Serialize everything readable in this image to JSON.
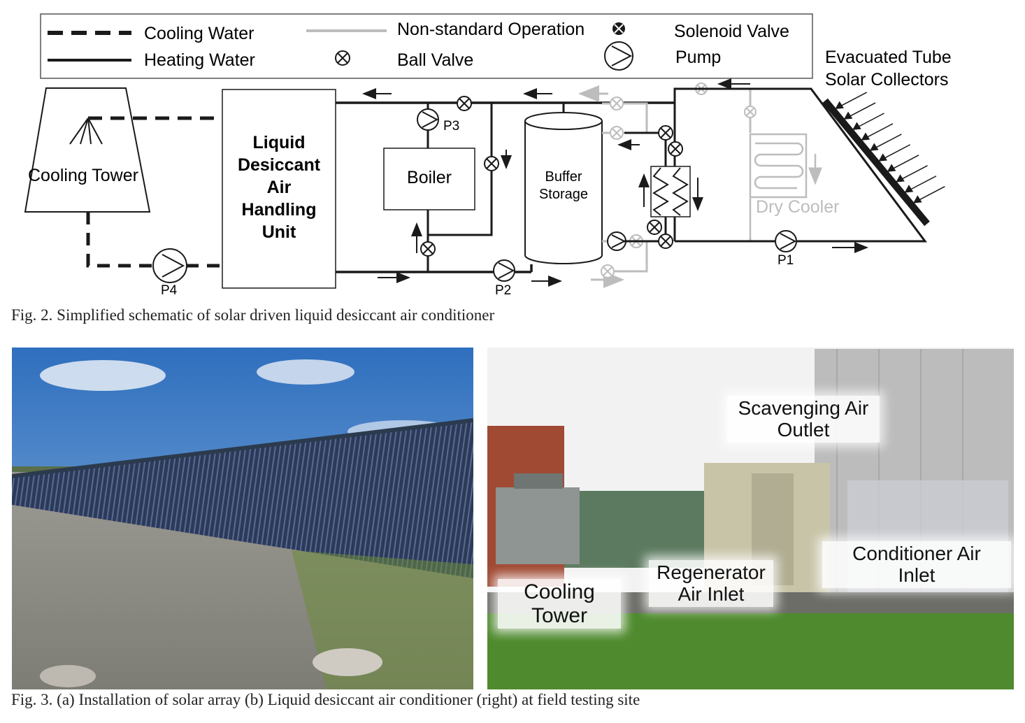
{
  "figure2": {
    "legend": {
      "cooling_water": "Cooling Water",
      "heating_water": "Heating Water",
      "non_standard": "Non-standard Operation",
      "ball_valve": "Ball Valve",
      "solenoid_valve": "Solenoid Valve",
      "pump": "Pump"
    },
    "components": {
      "collectors_line1": "Evacuated Tube",
      "collectors_line2": "Solar Collectors",
      "cooling_tower": "Cooling Tower",
      "ldahu_line1": "Liquid",
      "ldahu_line2": "Desiccant",
      "ldahu_line3": "Air",
      "ldahu_line4": "Handling",
      "ldahu_line5": "Unit",
      "boiler": "Boiler",
      "buffer_line1": "Buffer",
      "buffer_line2": "Storage",
      "dry_cooler": "Dry Cooler",
      "p1": "P1",
      "p2": "P2",
      "p3": "P3",
      "p4": "P4"
    },
    "caption": "Fig. 2. Simplified schematic of solar driven liquid desiccant air conditioner"
  },
  "figure3": {
    "labels": {
      "scavenging_line1": "Scavenging Air",
      "scavenging_line2": "Outlet",
      "conditioner_line1": "Conditioner Air",
      "conditioner_line2": "Inlet",
      "regenerator_line1": "Regenerator",
      "regenerator_line2": "Air Inlet",
      "cooling_line1": "Cooling",
      "cooling_line2": "Tower"
    },
    "caption": "Fig. 3. (a) Installation of solar array (b) Liquid desiccant air conditioner (right) at field testing site"
  },
  "colors": {
    "line": "#1a1a1a",
    "nonstandard": "#bdbdbd",
    "sky": "#3f7fc8",
    "grass": "#4f8a2e",
    "panel": "#2a3550"
  }
}
